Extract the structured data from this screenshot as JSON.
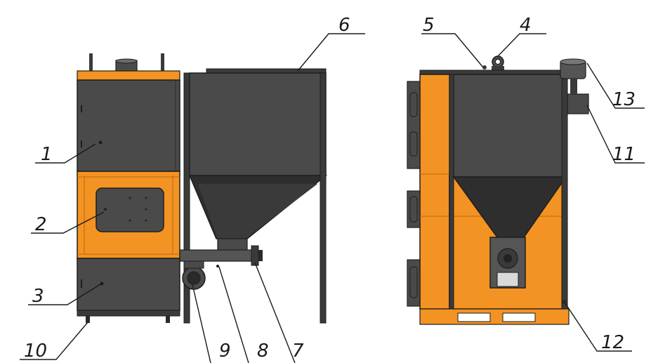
{
  "callouts": {
    "c1": "1",
    "c2": "2",
    "c3": "3",
    "c4": "4",
    "c5": "5",
    "c6": "6",
    "c7": "7",
    "c8": "8",
    "c9": "9",
    "c10": "10",
    "c11": "11",
    "c12": "12",
    "c13": "13"
  },
  "colors": {
    "body_dark": "#4a4a4a",
    "body_orange": "#f39323",
    "outline": "#1e1e1e",
    "cone_dark": "#2e2e2e",
    "background": "#ffffff"
  }
}
